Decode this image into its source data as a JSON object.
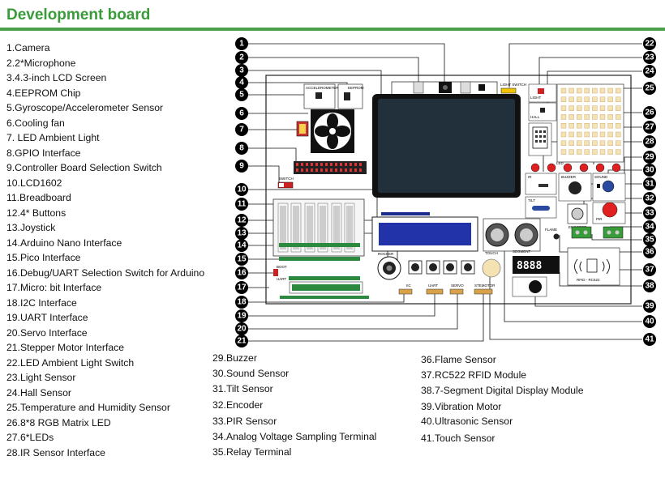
{
  "title": "Development board",
  "left_items": [
    "1.Camera",
    "2.2*Microphone",
    "3.4.3-inch LCD Screen",
    "4.EEPROM Chip",
    "5.Gyroscope/Accelerometer Sensor",
    "6.Cooling fan",
    "7. LED Ambient Light",
    "8.GPIO Interface",
    "9.Controller Board Selection Switch",
    "10.LCD1602",
    "11.Breadboard",
    "12.4* Buttons",
    "13.Joystick",
    "14.Arduino Nano Interface",
    "15.Pico Interface",
    "16.Debug/UART Selection Switch  for Arduino",
    "17.Micro: bit Interface",
    "18.I2C Interface",
    "19.UART Interface",
    "20.Servo Interface",
    "21.Stepper Motor Interface",
    "22.LED Ambient Light Switch",
    "23.Light Sensor",
    "24.Hall Sensor",
    "25.Temperature and Humidity Sensor",
    "26.8*8 RGB Matrix LED",
    "27.6*LEDs",
    "28.IR Sensor Interface"
  ],
  "mid_items": [
    "29.Buzzer",
    "30.Sound Sensor",
    "31.Tilt Sensor",
    "32.Encoder",
    "33.PIR Sensor",
    "34.Analog Voltage Sampling Terminal",
    "35.Relay Terminal"
  ],
  "right_items": [
    "36.Flame Sensor",
    "37.RC522 RFID Module",
    "38.7-Segment Digital Display Module",
    "39.Vibration Motor",
    "40.Ultrasonic Sensor",
    "41.Touch Sensor"
  ],
  "callouts_left": [
    "1",
    "2",
    "3",
    "4",
    "5",
    "6",
    "7",
    "8",
    "9",
    "10",
    "11",
    "12",
    "13",
    "14",
    "15",
    "16",
    "17",
    "18",
    "19",
    "20",
    "21"
  ],
  "callouts_right": [
    "22",
    "23",
    "24",
    "25",
    "26",
    "27",
    "28",
    "29",
    "30",
    "31",
    "32",
    "33",
    "34",
    "35",
    "36",
    "37",
    "38",
    "39",
    "40",
    "41"
  ],
  "board_labels": {
    "accelerometer": "ACCELEROMETER",
    "eeprom": "EEPROM",
    "light_switch": "LIGHT SWITCH",
    "light": "LIGHT",
    "hall": "HALL",
    "led": "LED",
    "ir": "IR",
    "buzzer": "BUZZER",
    "sound": "SOUND",
    "tilt": "TILT",
    "encoder": "ENCODER",
    "pir": "PIR",
    "flame": "FLAME",
    "switch": "SWITCH",
    "rocker": "ROCKER",
    "touch": "TOUCH",
    "segment": "SEGMENT",
    "segment_value": "8888",
    "rfid": "RFID - RC522",
    "boot": "BOOT",
    "uart_sel": "UART",
    "i2c": "IIC",
    "uart": "UART",
    "servo": "SERVO",
    "stepper": "STEMOTOR"
  },
  "colors": {
    "title": "#3a9b3a",
    "callout": "#000000",
    "lcd": "#2233aa",
    "led": "#e02020",
    "gpio": "#333333"
  }
}
